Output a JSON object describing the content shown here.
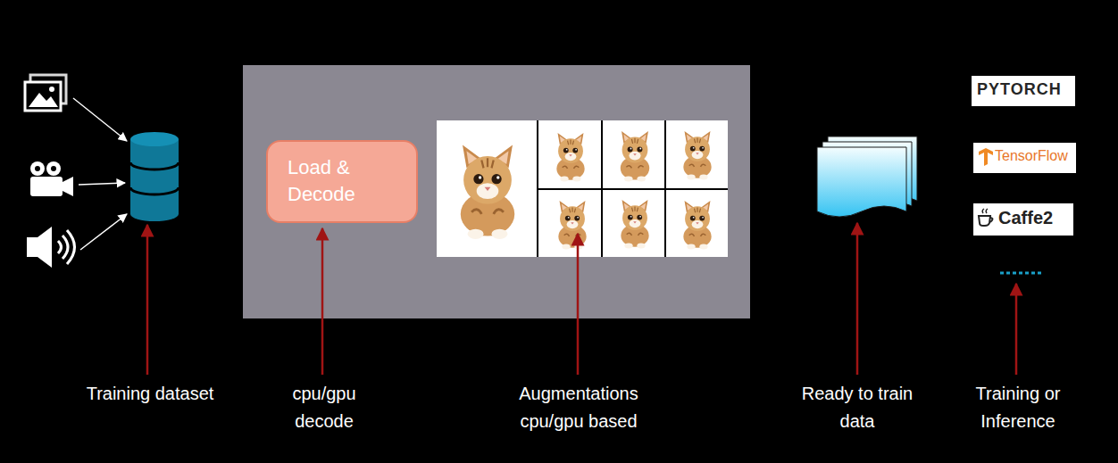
{
  "diagram": {
    "nodes": [
      {
        "text": [
          "Load & Decode"
        ]
      },
      {
        "text": [
          "PYTORCH"
        ]
      },
      {
        "text": [
          "TensorFlow"
        ]
      },
      {
        "text": [
          "Caffe2"
        ]
      }
    ],
    "labels": [
      "Training dataset",
      "cpu/gpu decode",
      "Augmentations cpu/gpu based",
      "Ready to train data",
      "Training or Inference"
    ]
  }
}
